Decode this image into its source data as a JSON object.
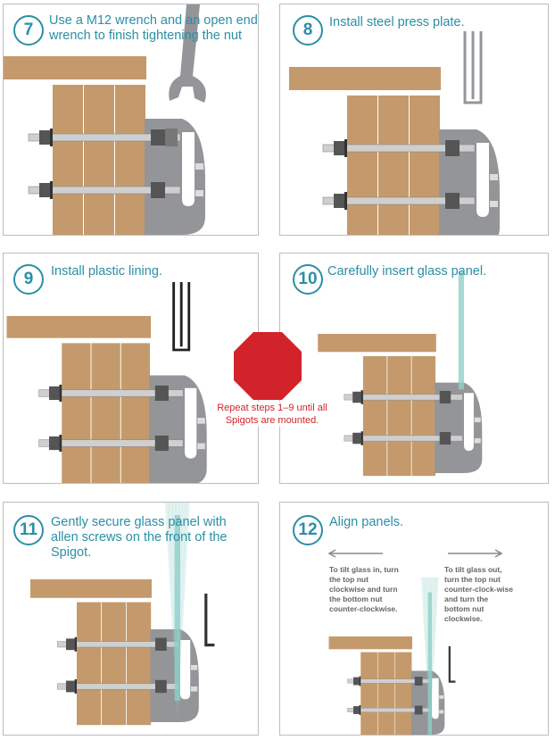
{
  "colors": {
    "accent": "#2a8fa6",
    "wood": "#c49a6c",
    "steel": "#939598",
    "stop": "#d2232a",
    "glass": "#8fd0c9"
  },
  "steps": [
    {
      "number": "7",
      "title": "Use a M12 wrench and an open end wrench to finish tightening the nut"
    },
    {
      "number": "8",
      "title": "Install steel press plate."
    },
    {
      "number": "9",
      "title": "Install plastic lining."
    },
    {
      "number": "10",
      "title": "Carefully insert glass panel."
    },
    {
      "number": "11",
      "title": "Gently secure glass panel with allen screws on the front of the Spigot."
    },
    {
      "number": "12",
      "title": "Align panels.",
      "notes": {
        "left": "To tilt glass in, turn the top nut clockwise and turn the bottom nut counter-clockwise.",
        "right": "To tilt glass out, turn the top nut counter-clock-wise and turn the bottom nut clockwise."
      }
    }
  ],
  "stop": {
    "icon": "stop-sign-icon",
    "text": "Repeat steps 1–9 until all Spigots are mounted."
  }
}
